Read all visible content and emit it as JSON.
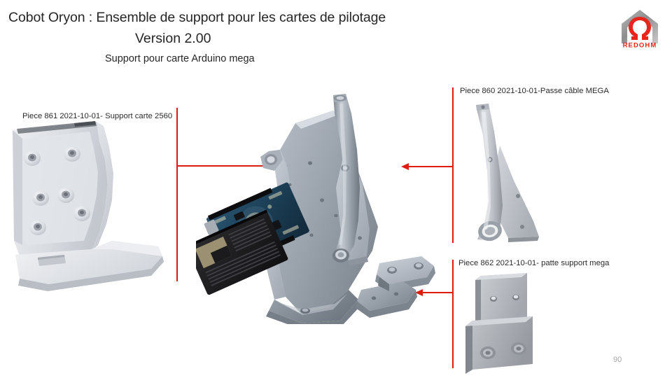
{
  "slide": {
    "page_number": "90",
    "background_color": "#ffffff",
    "accent_color": "#e01b10"
  },
  "titles": {
    "main": "Cobot Oryon : Ensemble de support pour les cartes de pilotage",
    "version": "Version 2.00",
    "subtitle": "Support pour carte Arduino mega"
  },
  "logo": {
    "brand": "REDOHM",
    "icon": "house-omega-logo",
    "brand_color": "#e8241b",
    "house_color": "#9d9d9d"
  },
  "parts": [
    {
      "id": "861",
      "label": "Piece 861  2021-10-01- Support  carte 2560",
      "render": "photo-bracket-support-2560",
      "color": "#d8dade"
    },
    {
      "id": "860",
      "label": "Piece 860  2021-10-01-Passe câble MEGA",
      "render": "photo-cable-guide",
      "color": "#c9ccd2"
    },
    {
      "id": "862",
      "label": "Piece 862  2021-10-01- patte support mega",
      "render": "photo-patte-support",
      "color": "#b9bcc1"
    }
  ],
  "assembly": {
    "name": "cad-exploded-assembly",
    "components": [
      "support-bracket-cad",
      "cable-guide-cad",
      "patte-support-cad",
      "arduino-mega-board"
    ],
    "board_color": "#1b3c52",
    "cad_color": "#9aa3ae"
  }
}
